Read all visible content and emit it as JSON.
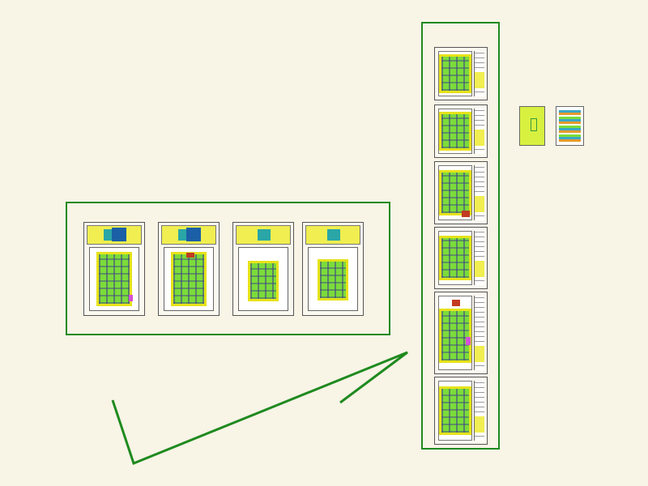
{
  "viewer": {
    "background_color": "#f8f4e6",
    "frame_color": "#1f8a1f",
    "plan_green": "#7bdc3a",
    "plan_yellow": "#f0ee50",
    "title_block_blue": "#1b5fa6"
  },
  "horizontal_group": {
    "sheets": [
      {
        "kind": "floor-plan-sheet"
      },
      {
        "kind": "floor-plan-sheet"
      },
      {
        "kind": "floor-plan-sheet"
      },
      {
        "kind": "floor-plan-sheet"
      }
    ]
  },
  "vertical_group": {
    "sheets": [
      {
        "kind": "floor-plan-sheet"
      },
      {
        "kind": "floor-plan-sheet"
      },
      {
        "kind": "floor-plan-sheet"
      },
      {
        "kind": "floor-plan-sheet"
      },
      {
        "kind": "floor-plan-sheet"
      },
      {
        "kind": "floor-plan-sheet"
      }
    ]
  },
  "loose_sheets": [
    {
      "kind": "yellow-elevation-thumbnail"
    },
    {
      "kind": "colored-elevation-thumbnail"
    }
  ],
  "annotation": {
    "kind": "green-polyline"
  }
}
